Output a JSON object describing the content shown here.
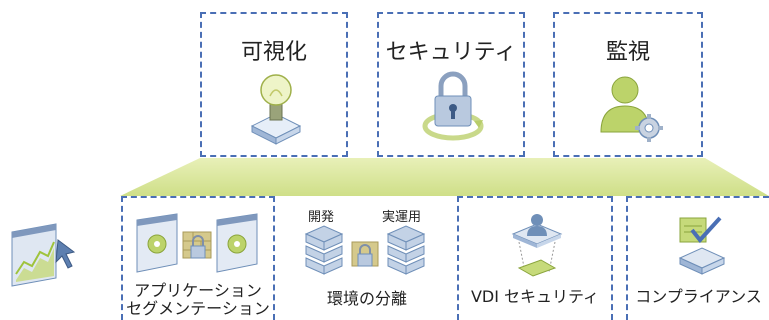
{
  "top_pillars": [
    {
      "label": "可視化",
      "icon": "lightbulb-icon"
    },
    {
      "label": "セキュリティ",
      "icon": "padlock-icon"
    },
    {
      "label": "監視",
      "icon": "user-gear-icon"
    }
  ],
  "bottom_features": [
    {
      "label_line1": "アプリケーション",
      "label_line2": "セグメンテーション",
      "icon": "app-firewall-icon"
    },
    {
      "label_line1": "環境の分離",
      "sub_left": "開発",
      "sub_right": "実運用",
      "icon": "server-separation-icon"
    },
    {
      "label_line1": "VDI セキュリティ",
      "icon": "vdi-user-icon"
    },
    {
      "label_line1": "コンプライアンス",
      "icon": "compliance-check-icon"
    }
  ],
  "colors": {
    "dash": "#4a6fb5",
    "band": "#dfeaa6",
    "accent_green": "#9fc33c",
    "steel_blue": "#6f8fb8"
  }
}
